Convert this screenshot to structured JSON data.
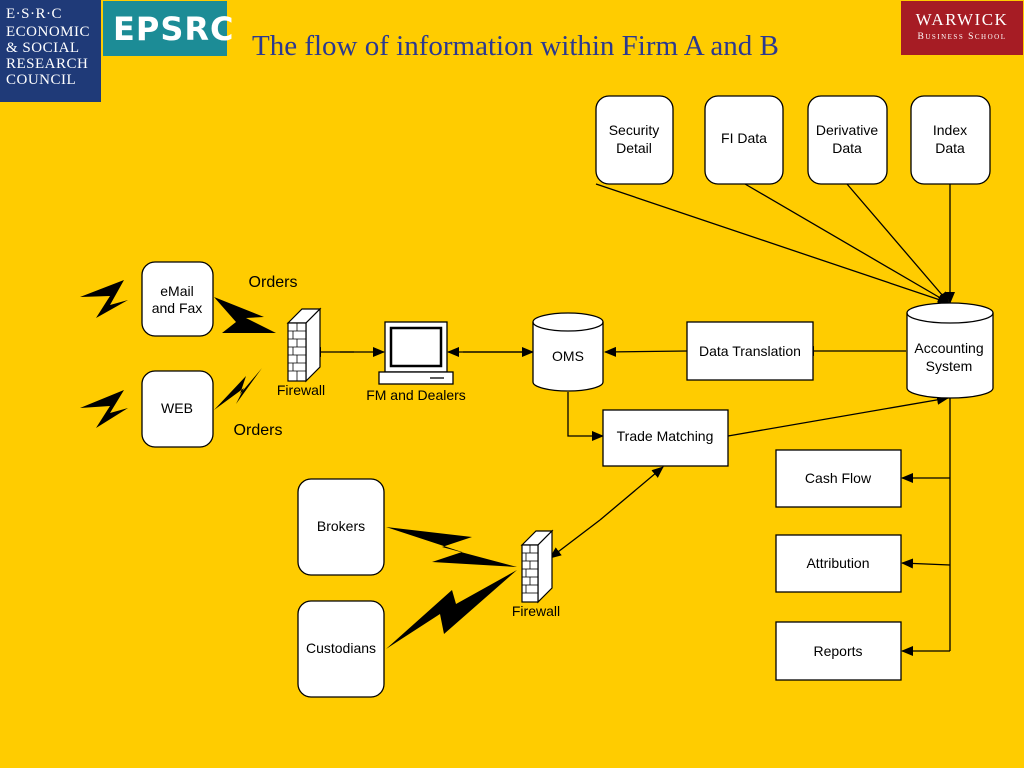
{
  "title": "The flow of information within Firm A and B",
  "logos": {
    "esrc_lines": [
      "E·S·R·C",
      "ECONOMIC",
      "& SOCIAL",
      "RESEARCH",
      "COUNCIL"
    ],
    "epsrc": "EPSRC",
    "warwick_line1": "WARWICK",
    "warwick_line2": "Business School"
  },
  "nodes": {
    "security_detail": [
      "Security",
      "Detail"
    ],
    "fi_data": [
      "FI Data"
    ],
    "derivative_data": [
      "Derivative",
      "Data"
    ],
    "index_data": [
      "Index",
      "Data"
    ],
    "email_fax": [
      "eMail",
      "and Fax"
    ],
    "web": [
      "WEB"
    ],
    "brokers": [
      "Brokers"
    ],
    "custodians": [
      "Custodians"
    ],
    "fm_dealers": [
      "FM and Dealers"
    ],
    "oms": [
      "OMS"
    ],
    "data_translation": [
      "Data Translation"
    ],
    "accounting_system": [
      "Accounting",
      "System"
    ],
    "trade_matching": [
      "Trade Matching"
    ],
    "cash_flow": [
      "Cash Flow"
    ],
    "attribution": [
      "Attribution"
    ],
    "reports": [
      "Reports"
    ],
    "firewall_top": [
      "Firewall"
    ],
    "firewall_bottom": [
      "Firewall"
    ],
    "orders_top": [
      "Orders"
    ],
    "orders_bottom": [
      "Orders"
    ]
  },
  "colors": {
    "background": "#FFCC00",
    "title": "#2B3990",
    "box_fill": "#FFFFFF",
    "stroke": "#000000"
  }
}
